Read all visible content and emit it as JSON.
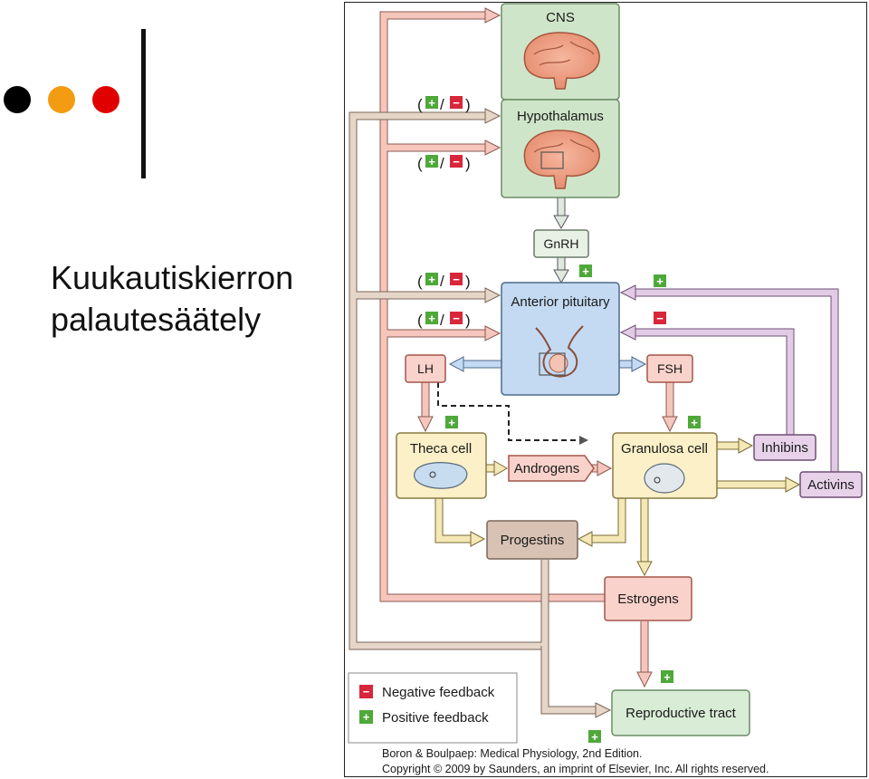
{
  "slide": {
    "title_line1": "Kuukautiskierron",
    "title_line2": "palautesäätely"
  },
  "decoration": {
    "dot_colors": [
      "#000000",
      "#f39c12",
      "#e00000"
    ]
  },
  "diagram": {
    "boxes": {
      "cns": "CNS",
      "hypothalamus": "Hypothalamus",
      "gnrh": "GnRH",
      "anterior_pituitary": "Anterior pituitary",
      "lh": "LH",
      "fsh": "FSH",
      "theca_cell": "Theca cell",
      "androgens": "Androgens",
      "granulosa_cell": "Granulosa cell",
      "inhibins": "Inhibins",
      "activins": "Activins",
      "progestins": "Progestins",
      "estrogens": "Estrogens",
      "reproductive_tract": "Reproductive tract"
    },
    "feedback_labels": {
      "open": "(",
      "slash": "/",
      "close": ")",
      "plus": "+",
      "minus": "−"
    },
    "legend": {
      "negative": "Negative feedback",
      "positive": "Positive feedback"
    },
    "credit": {
      "line1": "Boron & Boulpaep: Medical Physiology, 2nd Edition.",
      "line2": "Copyright © 2009 by Saunders, an imprint of Elsevier, Inc. All rights reserved."
    },
    "colors": {
      "cns_fill": "#cfe5c9",
      "pituitary_fill": "#c4daf2",
      "cell_fill": "#fbf0c8",
      "hormone_fill": "#f9d3cb",
      "progestins_fill": "#d8c2b3",
      "inhibin_fill": "#e8d2ea",
      "plus_green": "#4fa83a",
      "minus_red": "#d8263a",
      "arrow_pink": "#f6c6bd",
      "arrow_purple": "#c9a7cf",
      "arrow_yellow": "#f4e9b6"
    }
  }
}
